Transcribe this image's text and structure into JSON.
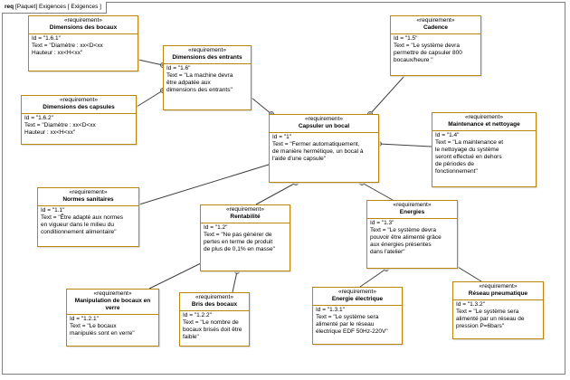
{
  "frame": {
    "kind": "req",
    "label": "[Paquet] Exigences [ Exigences ]"
  },
  "stereotype": "«requirement»",
  "requirements": {
    "bocaux": {
      "name": "Dimensions des bocaux",
      "id": "Id = \"1.6.1\"",
      "text": [
        "Text = \"Diamètre : xx<D<xx",
        "Hauteur : xx<H<xx\""
      ]
    },
    "entrants": {
      "name": "Dimensions des entrants",
      "id": "Id = \"1.6\"",
      "text": [
        "Text = \"La machine devra",
        "être adpatée aux",
        "dimensions des entrants\""
      ]
    },
    "capsules": {
      "name": "Dimensions des capsules",
      "id": "Id = \"1.6.2\"",
      "text": [
        "Text = \"Diamètre : xx<D<xx",
        "Hauteur : xx<H<xx\""
      ]
    },
    "cadence": {
      "name": "Cadence",
      "id": "Id = \"1.5\"",
      "text": [
        "Text = \"Le système devra",
        "permettre de capsuler 800",
        "bocaux/heure \""
      ]
    },
    "capsuler": {
      "name": "Capsuler un bocal",
      "id": "Id = \"1\"",
      "text": [
        "Text = \"Fermer automatiquement,",
        "de manière hermétique, un bocal à",
        "l'aide d'une capsule\""
      ]
    },
    "maintenance": {
      "name": "Maintenance et nettoyage",
      "id": "Id = \"1.4\"",
      "text": [
        "Text = \"La maintenance et",
        "le nettoyage du système",
        "seront effectué en dehors",
        "de périodes de",
        "fonctionnement\""
      ]
    },
    "normes": {
      "name": "Normes sanitaires",
      "id": "Id = \"1.1\"",
      "text": [
        "Text = \"Être adapté aux normes",
        "en vigueur dans le milieu du",
        "conditionnement alimentaire\""
      ]
    },
    "rentabilite": {
      "name": "Rentabilité",
      "id": "Id = \"1.2\"",
      "text": [
        "Text = \"Ne pas générer de",
        "pertes en terme de produit",
        "de plus de 0,1% en masse\""
      ]
    },
    "energies": {
      "name": "Energies",
      "id": "Id = \"1.3\"",
      "text": [
        "Text = \"Le système devra",
        "pouvoir être alimenté grâce",
        "aux énergies présentes",
        "dans l'atelier\""
      ]
    },
    "manipulation": {
      "name": "Manipulation de bocaux en verre",
      "id": "Id = \"1.2.1\"",
      "text": [
        "Text = \"Le bocaux",
        "manipulés sont en verre\""
      ]
    },
    "bris": {
      "name": "Bris des bocaux",
      "id": "Id = \"1.2.2\"",
      "text": [
        "Text = \"Le nombre de",
        "bocaux brisés doit être",
        "faible\""
      ]
    },
    "electrique": {
      "name": "Energie électrique",
      "id": "Id = \"1.3.1\"",
      "text": [
        "Text = \"Le système sera",
        "alimenté par le réseau",
        "électrique EDF 50Hz-220V\""
      ]
    },
    "pneumatique": {
      "name": "Réseau pneumatique",
      "id": "Id = \"1.3.2\"",
      "text": [
        "Text = \"Le système sera",
        "alimenté par un réseau de",
        "pression P=6bars\""
      ]
    }
  },
  "containment_links": [
    {
      "parent": "entrants",
      "child": "bocaux"
    },
    {
      "parent": "entrants",
      "child": "capsules"
    },
    {
      "parent": "capsuler",
      "child": "entrants"
    },
    {
      "parent": "capsuler",
      "child": "cadence"
    },
    {
      "parent": "capsuler",
      "child": "maintenance"
    },
    {
      "parent": "capsuler",
      "child": "normes"
    },
    {
      "parent": "capsuler",
      "child": "rentabilite"
    },
    {
      "parent": "capsuler",
      "child": "energies"
    },
    {
      "parent": "rentabilite",
      "child": "manipulation"
    },
    {
      "parent": "rentabilite",
      "child": "bris"
    },
    {
      "parent": "energies",
      "child": "electrique"
    },
    {
      "parent": "energies",
      "child": "pneumatique"
    }
  ],
  "colors": {
    "border": "#b8860b",
    "line": "#404040"
  }
}
